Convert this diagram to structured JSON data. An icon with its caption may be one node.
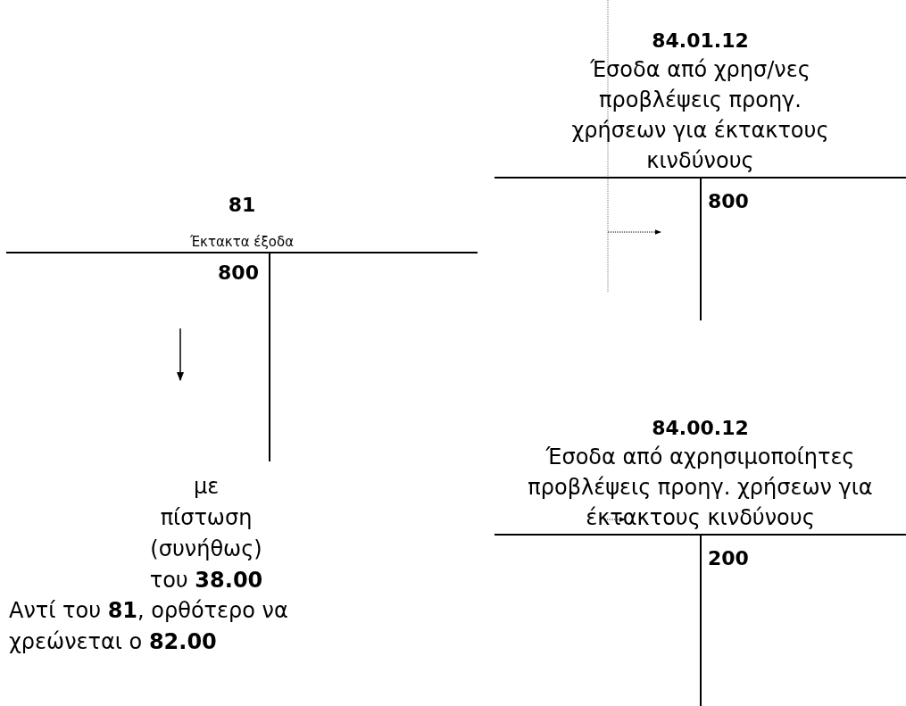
{
  "diagram": {
    "nodes": [
      {
        "text": [
          "84.01.12",
          "Έσοδα από χρησ/νες προβλέψεις προηγ. χρήσεων για έκτακτους κινδύνους"
        ]
      },
      {
        "text": [
          "81",
          "Έκτακτα έξοδα"
        ]
      },
      {
        "text": [
          "84.00.12",
          "Έσοδα από αχρησιμοποίητες προβλέψεις προηγ. χρήσεων για έκτακτους κινδύνους"
        ]
      }
    ],
    "labels": [
      "800",
      "800",
      "200",
      "με πίστωση (συνήθως) του **38.00**",
      "Αντί του **81**, ορθότερο να χρεώνεται ο **82.00**"
    ]
  }
}
